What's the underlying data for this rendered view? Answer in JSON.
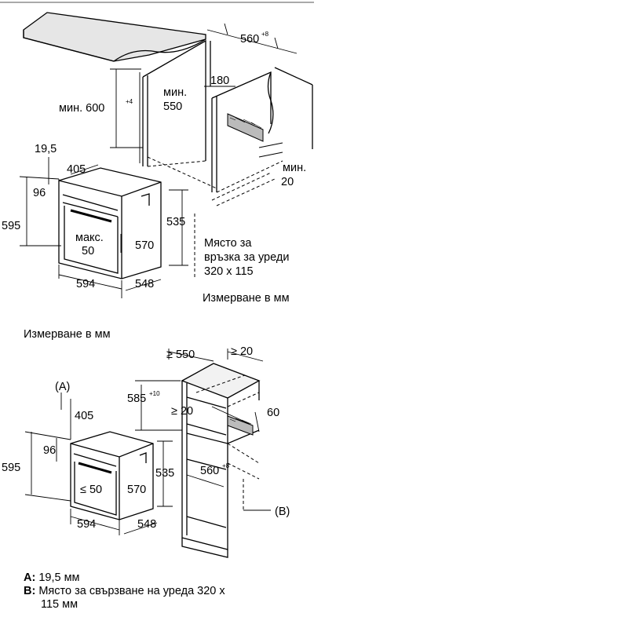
{
  "top": {
    "dims": {
      "d560": "560",
      "d560_sup": "+8",
      "d180": "180",
      "min600_a": "мин. 600",
      "min600_sup": "+4",
      "min550_a": "мин.",
      "min550_b": "550",
      "d19_5": "19,5",
      "d405": "405",
      "d96": "96",
      "d595": "595",
      "max50_a": "макс.",
      "max50_b": "50",
      "d570": "570",
      "d535": "535",
      "d594": "594",
      "d548": "548",
      "min20_a": "мин.",
      "min20_b": "20"
    },
    "note_lines": [
      "Място за",
      "връзка за уреди",
      "320 x 115"
    ],
    "unit_label": "Измерване в мм"
  },
  "bottom": {
    "unit_label": "Измерване в мм",
    "dims": {
      "ge550": "≥ 550",
      "ge20_top": "≥ 20",
      "labelA": "(A)",
      "d405": "405",
      "d585": "585",
      "d585_sup": "+10",
      "ge20_mid": "≥ 20",
      "d60": "60",
      "d96": "96",
      "d595": "595",
      "d535": "535",
      "d560": "560",
      "d560_sup": "+8",
      "le50": "≤ 50",
      "d570": "570",
      "labelB": "(B)",
      "d594": "594",
      "d548": "548"
    },
    "legend": [
      {
        "key": "A:",
        "text": "19,5 мм"
      },
      {
        "key": "B:",
        "text": "Място за свързване на уреда 320 х"
      },
      {
        "key": "",
        "text": "115 мм"
      }
    ]
  }
}
